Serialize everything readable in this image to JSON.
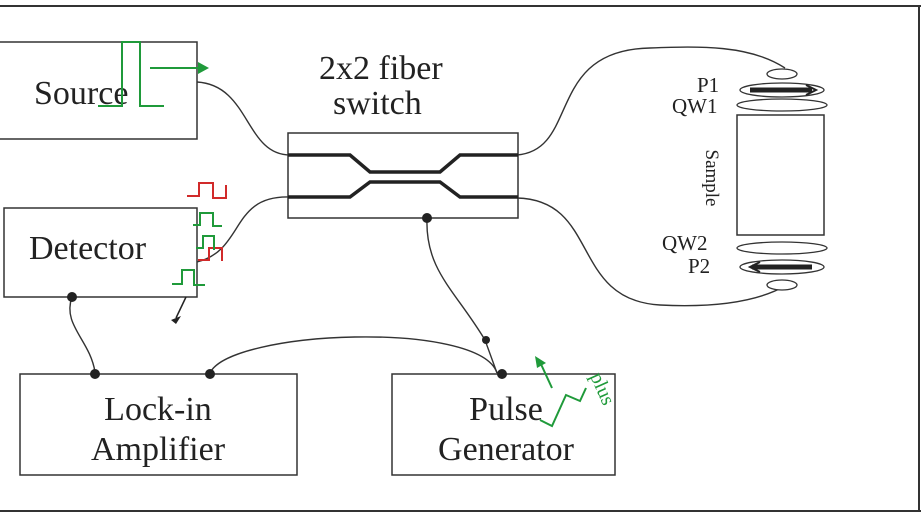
{
  "blocks": {
    "source": {
      "label": "Source"
    },
    "detector": {
      "label": "Detector"
    },
    "lockin": {
      "line1": "Lock-in",
      "line2": "Amplifier"
    },
    "pulse": {
      "line1": "Pulse",
      "line2": "Generator"
    }
  },
  "switch": {
    "line1": "2x2 fiber",
    "line2": "switch"
  },
  "optics": {
    "p1": "P1",
    "qw1": "QW1",
    "sample": "Sample",
    "qw2": "QW2",
    "p2": "P2"
  },
  "annotation": {
    "plus": "plus"
  },
  "colors": {
    "stroke": "#333333",
    "green_signal": "#1f9a3a",
    "red_signal": "#d12a2a",
    "background": "#ffffff"
  }
}
